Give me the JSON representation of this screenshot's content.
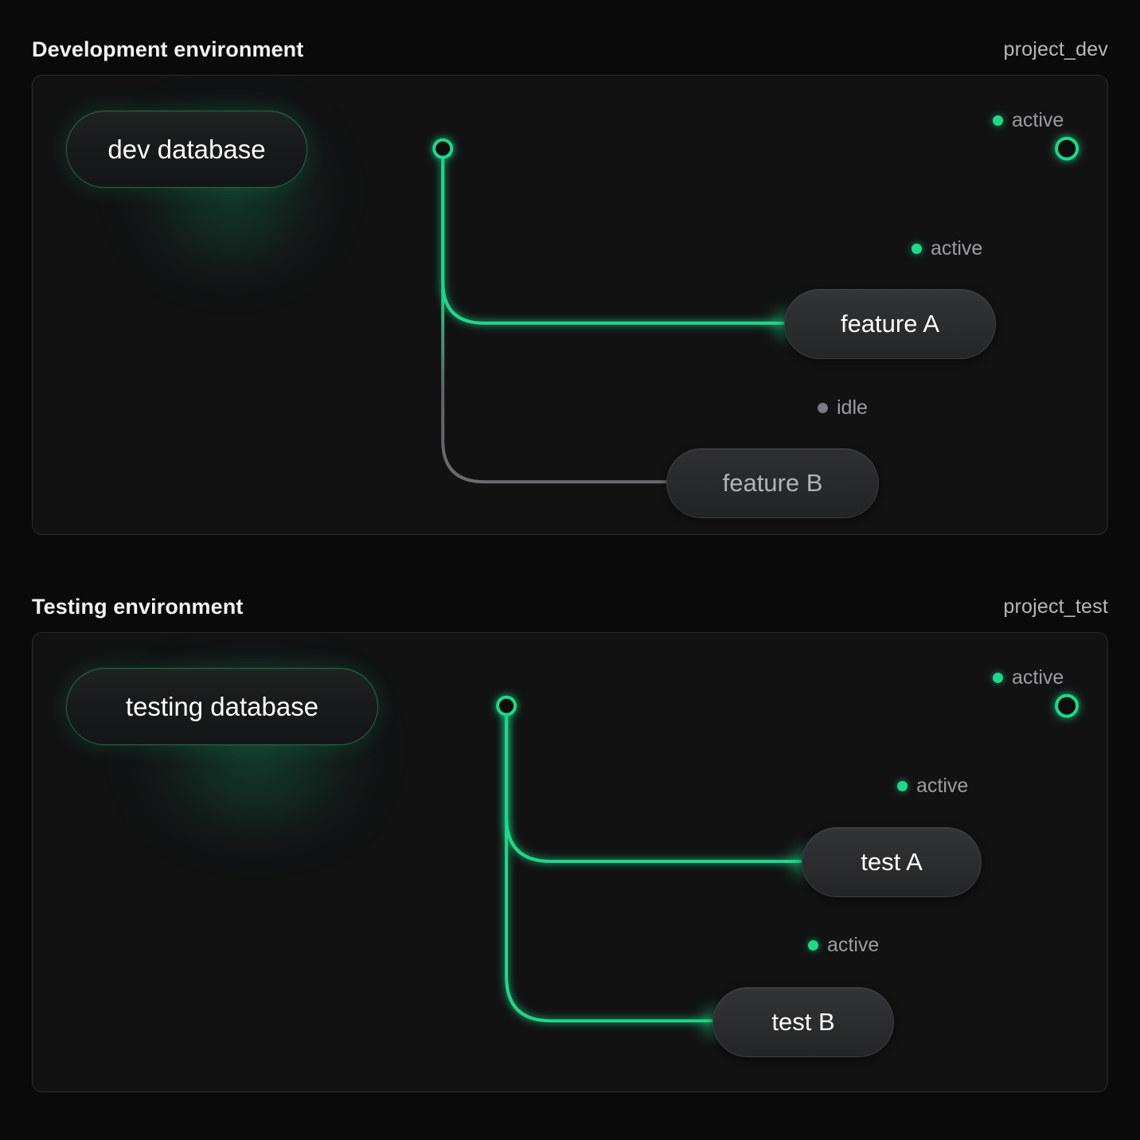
{
  "theme": {
    "background": "#0a0a0b",
    "panel_bg": "#121213",
    "panel_border": "#2a2b2d",
    "accent_green": "#1ed98a",
    "idle_gray": "#7a7c82",
    "text_primary": "#f2f3f4",
    "text_muted": "#9b9da1"
  },
  "sections": [
    {
      "id": "development",
      "title": "Development environment",
      "project": "project_dev",
      "source_node": {
        "label": "dev database",
        "status": "active"
      },
      "trunk_endpoint": {
        "status": "active",
        "status_label": "active"
      },
      "branches": [
        {
          "label": "feature A",
          "status": "active",
          "status_label": "active"
        },
        {
          "label": "feature B",
          "status": "idle",
          "status_label": "idle"
        }
      ]
    },
    {
      "id": "testing",
      "title": "Testing environment",
      "project": "project_test",
      "source_node": {
        "label": "testing database",
        "status": "active"
      },
      "trunk_endpoint": {
        "status": "active",
        "status_label": "active"
      },
      "branches": [
        {
          "label": "test A",
          "status": "active",
          "status_label": "active"
        },
        {
          "label": "test B",
          "status": "active",
          "status_label": "active"
        }
      ]
    }
  ]
}
